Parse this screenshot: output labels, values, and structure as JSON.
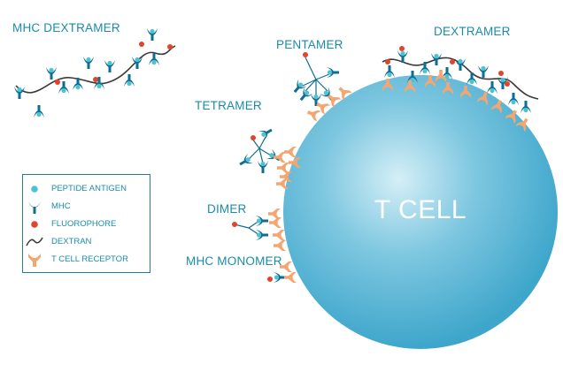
{
  "labels": {
    "mhc_dextramer": "MHC DEXTRAMER",
    "pentamer": "PENTAMER",
    "dextramer": "DEXTRAMER",
    "tetramer": "TETRAMER",
    "dimer": "DIMER",
    "mhc_monomer": "MHC MONOMER",
    "t_cell": "T CELL"
  },
  "legend": [
    {
      "symbol": "peptide-antigen-dot",
      "label": "PEPTIDE ANTIGEN"
    },
    {
      "symbol": "mhc-glyph",
      "label": "MHC"
    },
    {
      "symbol": "fluorophore-dot",
      "label": "FLUOROPHORE"
    },
    {
      "symbol": "dextran-curve",
      "label": "DEXTRAN"
    },
    {
      "symbol": "tcr-glyph",
      "label": "T CELL RECEPTOR"
    }
  ],
  "colors": {
    "mhc": "#0f6d92",
    "peptide": "#4dc3cf",
    "fluorophore": "#e2442b",
    "tcr": "#f4a672",
    "dextran": "#3a3a3a",
    "cell": "#4aaed0",
    "text": "#1a8cab"
  }
}
